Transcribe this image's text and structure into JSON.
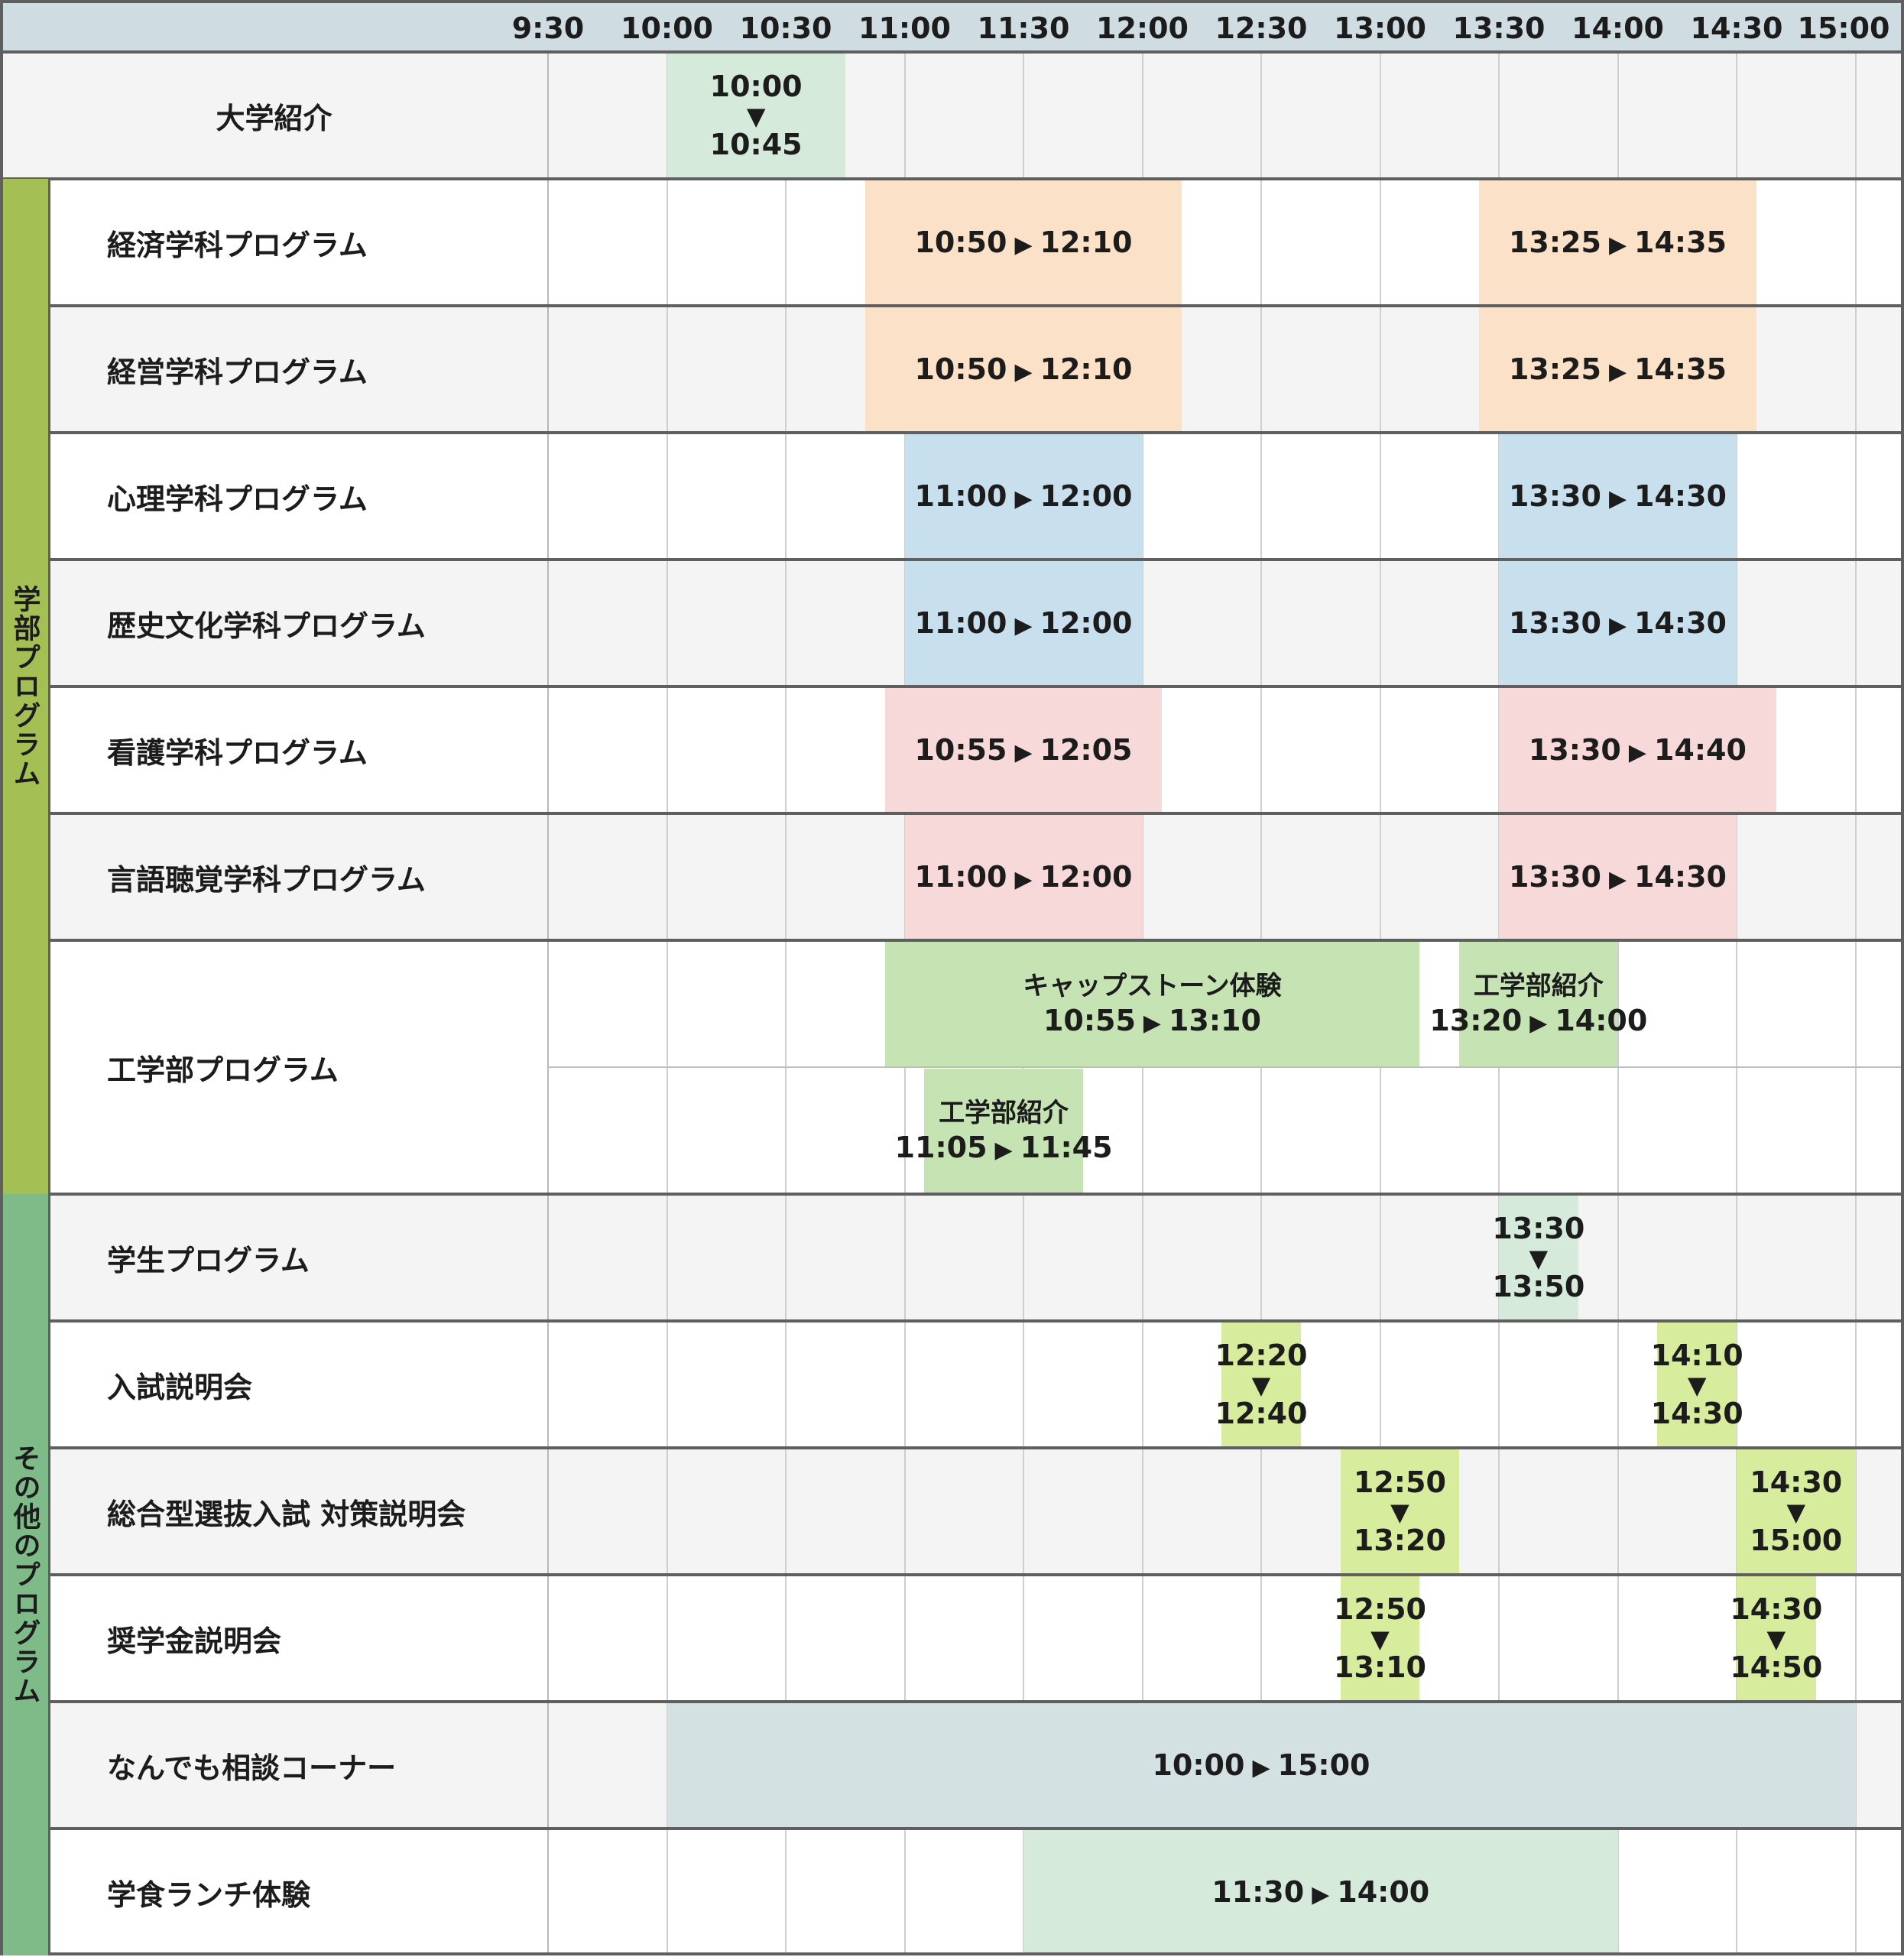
{
  "header": {
    "ticks": [
      "9:30",
      "10:00",
      "10:30",
      "11:00",
      "11:30",
      "12:00",
      "12:30",
      "13:00",
      "13:30",
      "14:00",
      "14:30",
      "15:00"
    ]
  },
  "colors": {
    "header": "#cfdde2",
    "row_alt": "#f4f4f4",
    "cat_gakubu": "#a4c055",
    "cat_other": "#7fbb88",
    "green_light": "#d6eadb",
    "orange": "#fbe1c8",
    "blue": "#c8dfee",
    "pink": "#f8d9da",
    "green_mid": "#c6e4b3",
    "lime": "#d7ec9d",
    "slate": "#d3e1e3"
  },
  "categories": [
    {
      "label": "学部プログラム",
      "color": "cat_gakubu",
      "first_row": 1,
      "last_row": 7
    },
    {
      "label": "その他のプログラム",
      "color": "cat_other",
      "first_row": 8,
      "last_row": 13
    }
  ],
  "rows": [
    {
      "label": "大学紹介",
      "slots": 1,
      "bg": "alt",
      "centered": true,
      "blocks": [
        {
          "start": "10:00",
          "end": "10:45",
          "color": "green_light",
          "layout": "vertical",
          "lane": 0
        }
      ]
    },
    {
      "label": "経済学科プログラム",
      "slots": 1,
      "bg": "white",
      "blocks": [
        {
          "start": "10:50",
          "end": "12:10",
          "color": "orange",
          "layout": "horizontal",
          "lane": 0
        },
        {
          "start": "13:25",
          "end": "14:35",
          "color": "orange",
          "layout": "horizontal",
          "lane": 0
        }
      ]
    },
    {
      "label": "経営学科プログラム",
      "slots": 1,
      "bg": "alt",
      "blocks": [
        {
          "start": "10:50",
          "end": "12:10",
          "color": "orange",
          "layout": "horizontal",
          "lane": 0
        },
        {
          "start": "13:25",
          "end": "14:35",
          "color": "orange",
          "layout": "horizontal",
          "lane": 0
        }
      ]
    },
    {
      "label": "心理学科プログラム",
      "slots": 1,
      "bg": "white",
      "blocks": [
        {
          "start": "11:00",
          "end": "12:00",
          "color": "blue",
          "layout": "horizontal",
          "lane": 0
        },
        {
          "start": "13:30",
          "end": "14:30",
          "color": "blue",
          "layout": "horizontal",
          "lane": 0
        }
      ]
    },
    {
      "label": "歴史文化学科プログラム",
      "slots": 1,
      "bg": "alt",
      "blocks": [
        {
          "start": "11:00",
          "end": "12:00",
          "color": "blue",
          "layout": "horizontal",
          "lane": 0
        },
        {
          "start": "13:30",
          "end": "14:30",
          "color": "blue",
          "layout": "horizontal",
          "lane": 0
        }
      ]
    },
    {
      "label": "看護学科プログラム",
      "slots": 1,
      "bg": "white",
      "blocks": [
        {
          "start": "10:55",
          "end": "12:05",
          "color": "pink",
          "layout": "horizontal",
          "lane": 0
        },
        {
          "start": "13:30",
          "end": "14:40",
          "color": "pink",
          "layout": "horizontal",
          "lane": 0
        }
      ]
    },
    {
      "label": "言語聴覚学科プログラム",
      "slots": 1,
      "bg": "alt",
      "blocks": [
        {
          "start": "11:00",
          "end": "12:00",
          "color": "pink",
          "layout": "horizontal",
          "lane": 0
        },
        {
          "start": "13:30",
          "end": "14:30",
          "color": "pink",
          "layout": "horizontal",
          "lane": 0
        }
      ]
    },
    {
      "label": "工学部プログラム",
      "slots": 2,
      "bg": "white",
      "blocks": [
        {
          "start": "10:55",
          "end": "13:10",
          "color": "green_mid",
          "layout": "titled",
          "title": "キャップストーン体験",
          "lane": 0
        },
        {
          "start": "13:20",
          "end": "14:00",
          "color": "green_mid",
          "layout": "titled",
          "title": "工学部紹介",
          "lane": 0
        },
        {
          "start": "11:05",
          "end": "11:45",
          "color": "green_mid",
          "layout": "titled",
          "title": "工学部紹介",
          "lane": 1
        }
      ]
    },
    {
      "label": "学生プログラム",
      "slots": 1,
      "bg": "alt",
      "blocks": [
        {
          "start": "13:30",
          "end": "13:50",
          "color": "green_light",
          "layout": "vertical",
          "lane": 0
        }
      ]
    },
    {
      "label": "入試説明会",
      "slots": 1,
      "bg": "white",
      "blocks": [
        {
          "start": "12:20",
          "end": "12:40",
          "color": "lime",
          "layout": "vertical",
          "lane": 0
        },
        {
          "start": "14:10",
          "end": "14:30",
          "color": "lime",
          "layout": "vertical",
          "lane": 0
        }
      ]
    },
    {
      "label": "総合型選抜入試 対策説明会",
      "slots": 1,
      "bg": "alt",
      "blocks": [
        {
          "start": "12:50",
          "end": "13:20",
          "color": "lime",
          "layout": "vertical",
          "lane": 0
        },
        {
          "start": "14:30",
          "end": "15:00",
          "color": "lime",
          "layout": "vertical",
          "lane": 0
        }
      ]
    },
    {
      "label": "奨学金説明会",
      "slots": 1,
      "bg": "white",
      "blocks": [
        {
          "start": "12:50",
          "end": "13:10",
          "color": "lime",
          "layout": "vertical",
          "lane": 0
        },
        {
          "start": "14:30",
          "end": "14:50",
          "color": "lime",
          "layout": "vertical",
          "lane": 0
        }
      ]
    },
    {
      "label": "なんでも相談コーナー",
      "slots": 1,
      "bg": "alt",
      "blocks": [
        {
          "start": "10:00",
          "end": "15:00",
          "color": "slate",
          "layout": "horizontal",
          "lane": 0
        }
      ]
    },
    {
      "label": "学食ランチ体験",
      "slots": 1,
      "bg": "white",
      "blocks": [
        {
          "start": "11:30",
          "end": "14:00",
          "color": "green_light",
          "layout": "horizontal",
          "lane": 0
        }
      ]
    }
  ]
}
